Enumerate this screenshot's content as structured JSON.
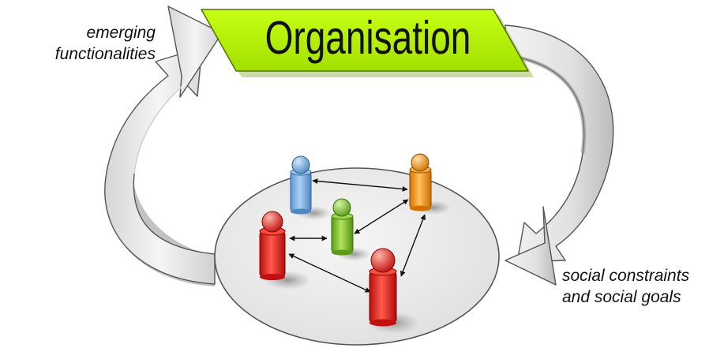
{
  "title": "Organisation",
  "labels": {
    "emerging": [
      "emerging",
      "functionalities"
    ],
    "constraints": [
      "social constraints",
      "and social goals"
    ]
  },
  "colors": {
    "banner": "#b5f000",
    "banner_dark": "#7fae00",
    "arrow_fill": "#e3e3e3",
    "arrow_shadow": "#9a9a9a",
    "ellipse": "#eeeeee",
    "agent_blue": "#7fb3e6",
    "agent_orange": "#f39a1f",
    "agent_green": "#80c22e",
    "agent_red": "#e31f1f"
  }
}
